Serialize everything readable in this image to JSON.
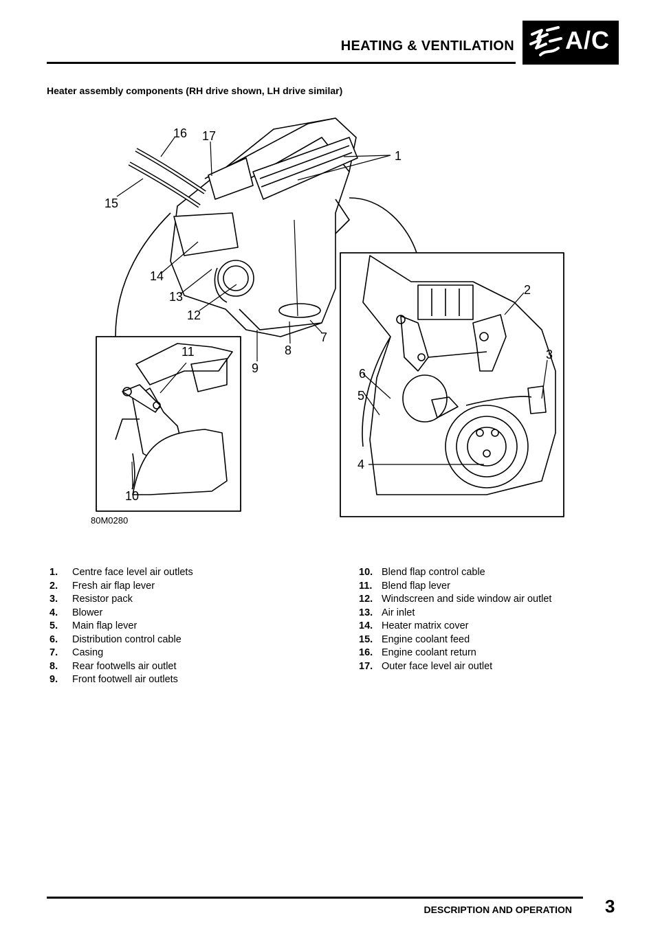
{
  "header": {
    "title": "HEATING & VENTILATION",
    "badge_text": "A/C"
  },
  "caption": "Heater assembly components (RH drive shown, LH drive similar)",
  "figure": {
    "code": "80M0280",
    "callouts": [
      "1",
      "2",
      "3",
      "4",
      "5",
      "6",
      "7",
      "8",
      "9",
      "10",
      "11",
      "12",
      "13",
      "14",
      "15",
      "16",
      "17"
    ]
  },
  "legend": [
    {
      "num": "1.",
      "text": "Centre face level air outlets"
    },
    {
      "num": "2.",
      "text": "Fresh air flap lever"
    },
    {
      "num": "3.",
      "text": "Resistor pack"
    },
    {
      "num": "4.",
      "text": "Blower"
    },
    {
      "num": "5.",
      "text": "Main flap lever"
    },
    {
      "num": "6.",
      "text": "Distribution control cable"
    },
    {
      "num": "7.",
      "text": "Casing"
    },
    {
      "num": "8.",
      "text": "Rear footwells air outlet"
    },
    {
      "num": "9.",
      "text": "Front footwell air outlets"
    },
    {
      "num": "10.",
      "text": "Blend flap control cable"
    },
    {
      "num": "11.",
      "text": "Blend flap lever"
    },
    {
      "num": "12.",
      "text": "Windscreen and side window air outlet"
    },
    {
      "num": "13.",
      "text": "Air inlet"
    },
    {
      "num": "14.",
      "text": "Heater matrix cover"
    },
    {
      "num": "15.",
      "text": "Engine coolant feed"
    },
    {
      "num": "16.",
      "text": "Engine coolant return"
    },
    {
      "num": "17.",
      "text": "Outer face level air outlet"
    }
  ],
  "footer": {
    "section": "DESCRIPTION AND OPERATION",
    "page": "3"
  }
}
